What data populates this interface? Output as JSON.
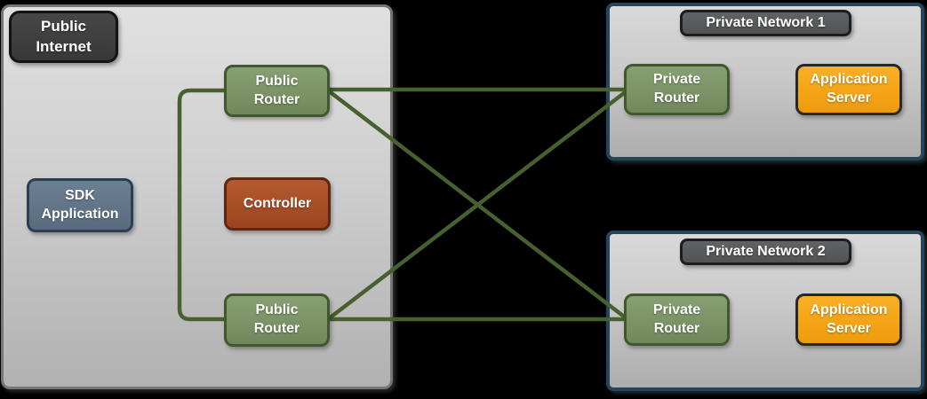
{
  "diagram_type": "network-architecture",
  "colors": {
    "background": "#000000",
    "public_container_border": "#767676",
    "private_container_border": "#24465d",
    "container_fill_top": "#dedede",
    "container_fill_bottom": "#b0b0b0",
    "badge_dark_fill": "#3d3d3d",
    "badge_gray_fill": "#59595b",
    "router_green_fill": "#7d9569",
    "router_green_border": "#41572d",
    "sdk_blue_fill": "#64778c",
    "sdk_blue_border": "#2c3e52",
    "controller_red_fill": "#a9512a",
    "controller_red_border": "#5e2810",
    "server_orange_fill": "#f5a61c",
    "server_orange_border": "#272727",
    "link_color": "#47602f",
    "label_text": "#ffffff"
  },
  "public_internet": {
    "title": "Public Internet",
    "sdk_application_label": "SDK Application",
    "controller_label": "Controller",
    "public_router_top_label": "Public Router",
    "public_router_bottom_label": "Public Router"
  },
  "private_network_1": {
    "title": "Private Network 1",
    "private_router_label": "Private Router",
    "application_server_label": "Application Server"
  },
  "private_network_2": {
    "title": "Private Network 2",
    "private_router_label": "Private Router",
    "application_server_label": "Application Server"
  },
  "connections": [
    {
      "from": "public-router-top",
      "to": "public-router-bottom"
    },
    {
      "from": "public-router-top",
      "to": "private-router-1"
    },
    {
      "from": "public-router-top",
      "to": "private-router-2"
    },
    {
      "from": "public-router-bottom",
      "to": "private-router-1"
    },
    {
      "from": "public-router-bottom",
      "to": "private-router-2"
    }
  ]
}
